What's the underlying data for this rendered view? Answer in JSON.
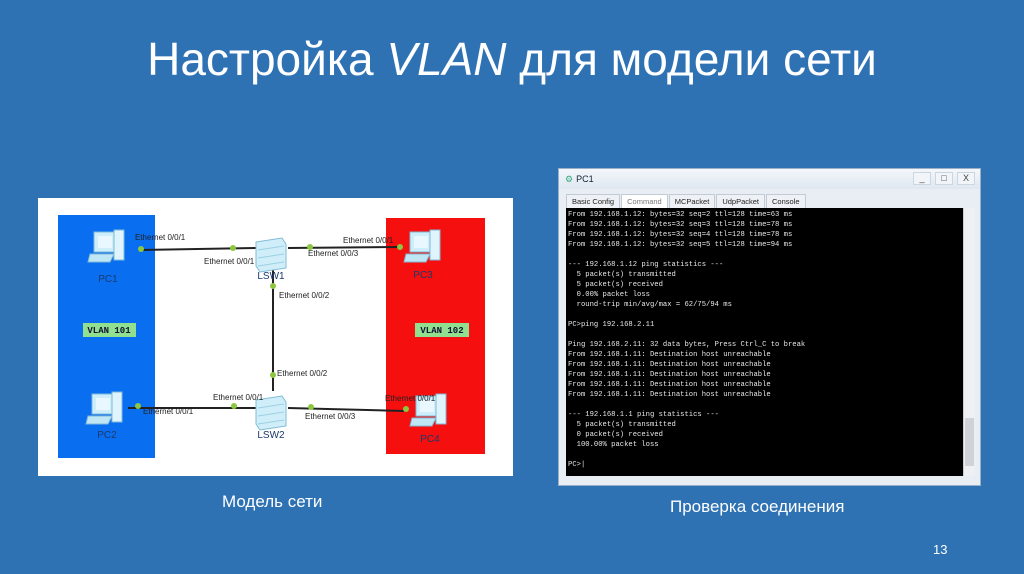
{
  "slide": {
    "title_prefix": "Настройка",
    "title_italic": "VLAN",
    "title_suffix": "для модели сети",
    "page_number": "13",
    "caption_left": "Модель сети",
    "caption_right": "Проверка соединения"
  },
  "diagram": {
    "vlans": [
      {
        "label": "VLAN 101",
        "color": "#0a6ef0"
      },
      {
        "label": "VLAN 102",
        "color": "#f50f0f"
      }
    ],
    "devices": {
      "pc1": "PC1",
      "pc2": "PC2",
      "pc3": "PC3",
      "pc4": "PC4",
      "lsw1": "LSW1",
      "lsw2": "LSW2"
    },
    "ports": {
      "p1": "Ethernet 0/0/1",
      "p2": "Ethernet 0/0/1",
      "p3": "Ethernet 0/0/1",
      "p4": "Ethernet 0/0/3",
      "p5": "Ethernet 0/0/2",
      "p6": "Ethernet 0/0/2",
      "p7": "Ethernet 0/0/1",
      "p8": "Ethernet 0/0/1",
      "p9": "Ethernet 0/0/3",
      "p10": "Ethernet 0/0/1"
    },
    "link_dot_color": "#8dc63f"
  },
  "window": {
    "title": "PC1",
    "controls": [
      "_",
      "□",
      "X"
    ],
    "tabs": [
      "Basic Config",
      "Command",
      "MCPacket",
      "UdpPacket",
      "Console"
    ],
    "active_tab": "Command",
    "lines": [
      "From 192.168.1.12: bytes=32 seq=2 ttl=128 time=63 ms",
      "From 192.168.1.12: bytes=32 seq=3 ttl=128 time=78 ms",
      "From 192.168.1.12: bytes=32 seq=4 ttl=128 time=78 ms",
      "From 192.168.1.12: bytes=32 seq=5 ttl=128 time=94 ms",
      "",
      "--- 192.168.1.12 ping statistics ---",
      "  5 packet(s) transmitted",
      "  5 packet(s) received",
      "  0.00% packet loss",
      "  round-trip min/avg/max = 62/75/94 ms",
      "",
      "PC>ping 192.168.2.11",
      "",
      "Ping 192.168.2.11: 32 data bytes, Press Ctrl_C to break",
      "From 192.168.1.11: Destination host unreachable",
      "From 192.168.1.11: Destination host unreachable",
      "From 192.168.1.11: Destination host unreachable",
      "From 192.168.1.11: Destination host unreachable",
      "From 192.168.1.11: Destination host unreachable",
      "",
      "--- 192.168.1.1 ping statistics ---",
      "  5 packet(s) transmitted",
      "  0 packet(s) received",
      "  100.00% packet loss",
      "",
      "PC>|"
    ]
  }
}
